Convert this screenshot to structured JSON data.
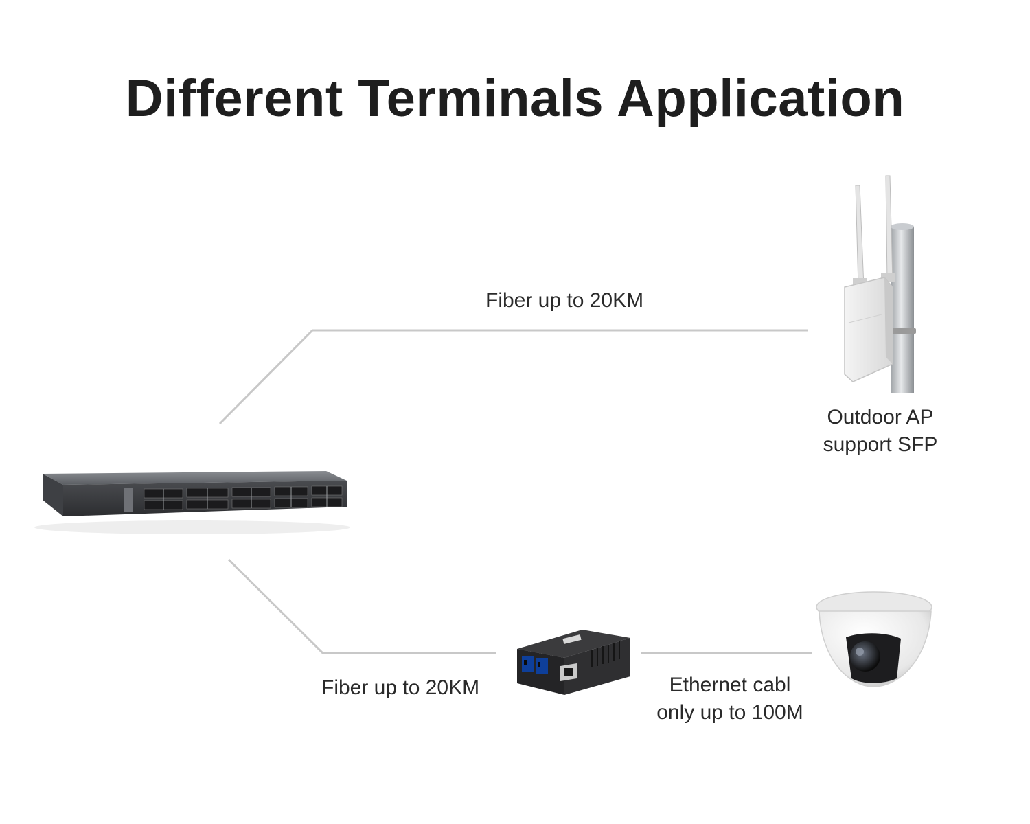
{
  "title": "Different Terminals Application",
  "links": {
    "top_fiber": "Fiber up to 20KM",
    "bottom_fiber": "Fiber up to 20KM",
    "ethernet_line1": "Ethernet cabl",
    "ethernet_line2": "only up to 100M"
  },
  "devices": {
    "switch": {
      "icon": "network-switch-icon"
    },
    "outdoor_ap": {
      "icon": "outdoor-access-point-icon",
      "label_line1": "Outdoor AP",
      "label_line2": "support SFP"
    },
    "media_converter": {
      "icon": "media-converter-icon"
    },
    "camera": {
      "icon": "dome-camera-icon"
    }
  },
  "colors": {
    "connector": "#c8c8c8",
    "title": "#1e1e1e",
    "text": "#2a2a2a"
  }
}
